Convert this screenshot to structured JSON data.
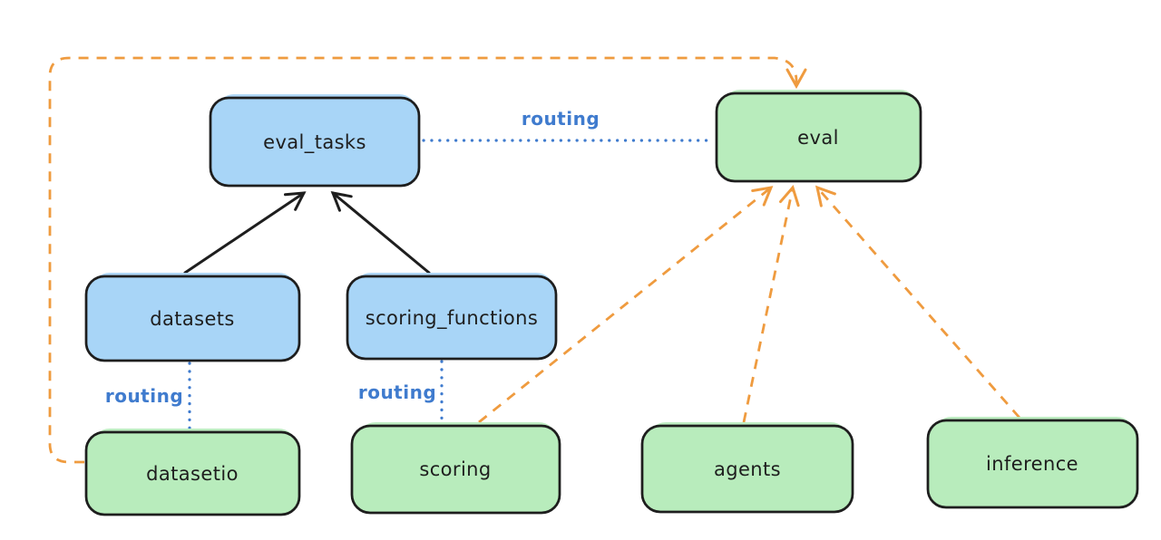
{
  "diagram": {
    "type": "architecture-flow",
    "background": "#ffffff",
    "colors": {
      "blue_node_fill": "#a8d5f7",
      "green_node_fill": "#b8ecbc",
      "node_stroke": "#1e1e1e",
      "solid_arrow_black": "#1e1e1e",
      "routing_blue": "#3f7bce",
      "provider_orange": "#ef9b3f"
    },
    "nodes": [
      {
        "id": "eval_tasks",
        "label": "eval_tasks",
        "kind": "blue"
      },
      {
        "id": "eval",
        "label": "eval",
        "kind": "green"
      },
      {
        "id": "datasets",
        "label": "datasets",
        "kind": "blue"
      },
      {
        "id": "scoring_functions",
        "label": "scoring_functions",
        "kind": "blue"
      },
      {
        "id": "datasetio",
        "label": "datasetio",
        "kind": "green"
      },
      {
        "id": "scoring",
        "label": "scoring",
        "kind": "green"
      },
      {
        "id": "agents",
        "label": "agents",
        "kind": "green"
      },
      {
        "id": "inference",
        "label": "inference",
        "kind": "green"
      }
    ],
    "edges": [
      {
        "from": "datasets",
        "to": "eval_tasks",
        "style": "solid_arrow"
      },
      {
        "from": "scoring_functions",
        "to": "eval_tasks",
        "style": "solid_arrow"
      },
      {
        "from": "eval_tasks",
        "to": "eval",
        "style": "dotted",
        "label": "routing"
      },
      {
        "from": "datasets",
        "to": "datasetio",
        "style": "dotted",
        "label": "routing"
      },
      {
        "from": "scoring_functions",
        "to": "scoring",
        "style": "dotted",
        "label": "routing"
      },
      {
        "from": "datasetio",
        "to": "eval",
        "style": "dashed_arrow"
      },
      {
        "from": "scoring",
        "to": "eval",
        "style": "dashed_arrow"
      },
      {
        "from": "agents",
        "to": "eval",
        "style": "dashed_arrow"
      },
      {
        "from": "inference",
        "to": "eval",
        "style": "dashed_arrow"
      }
    ]
  }
}
